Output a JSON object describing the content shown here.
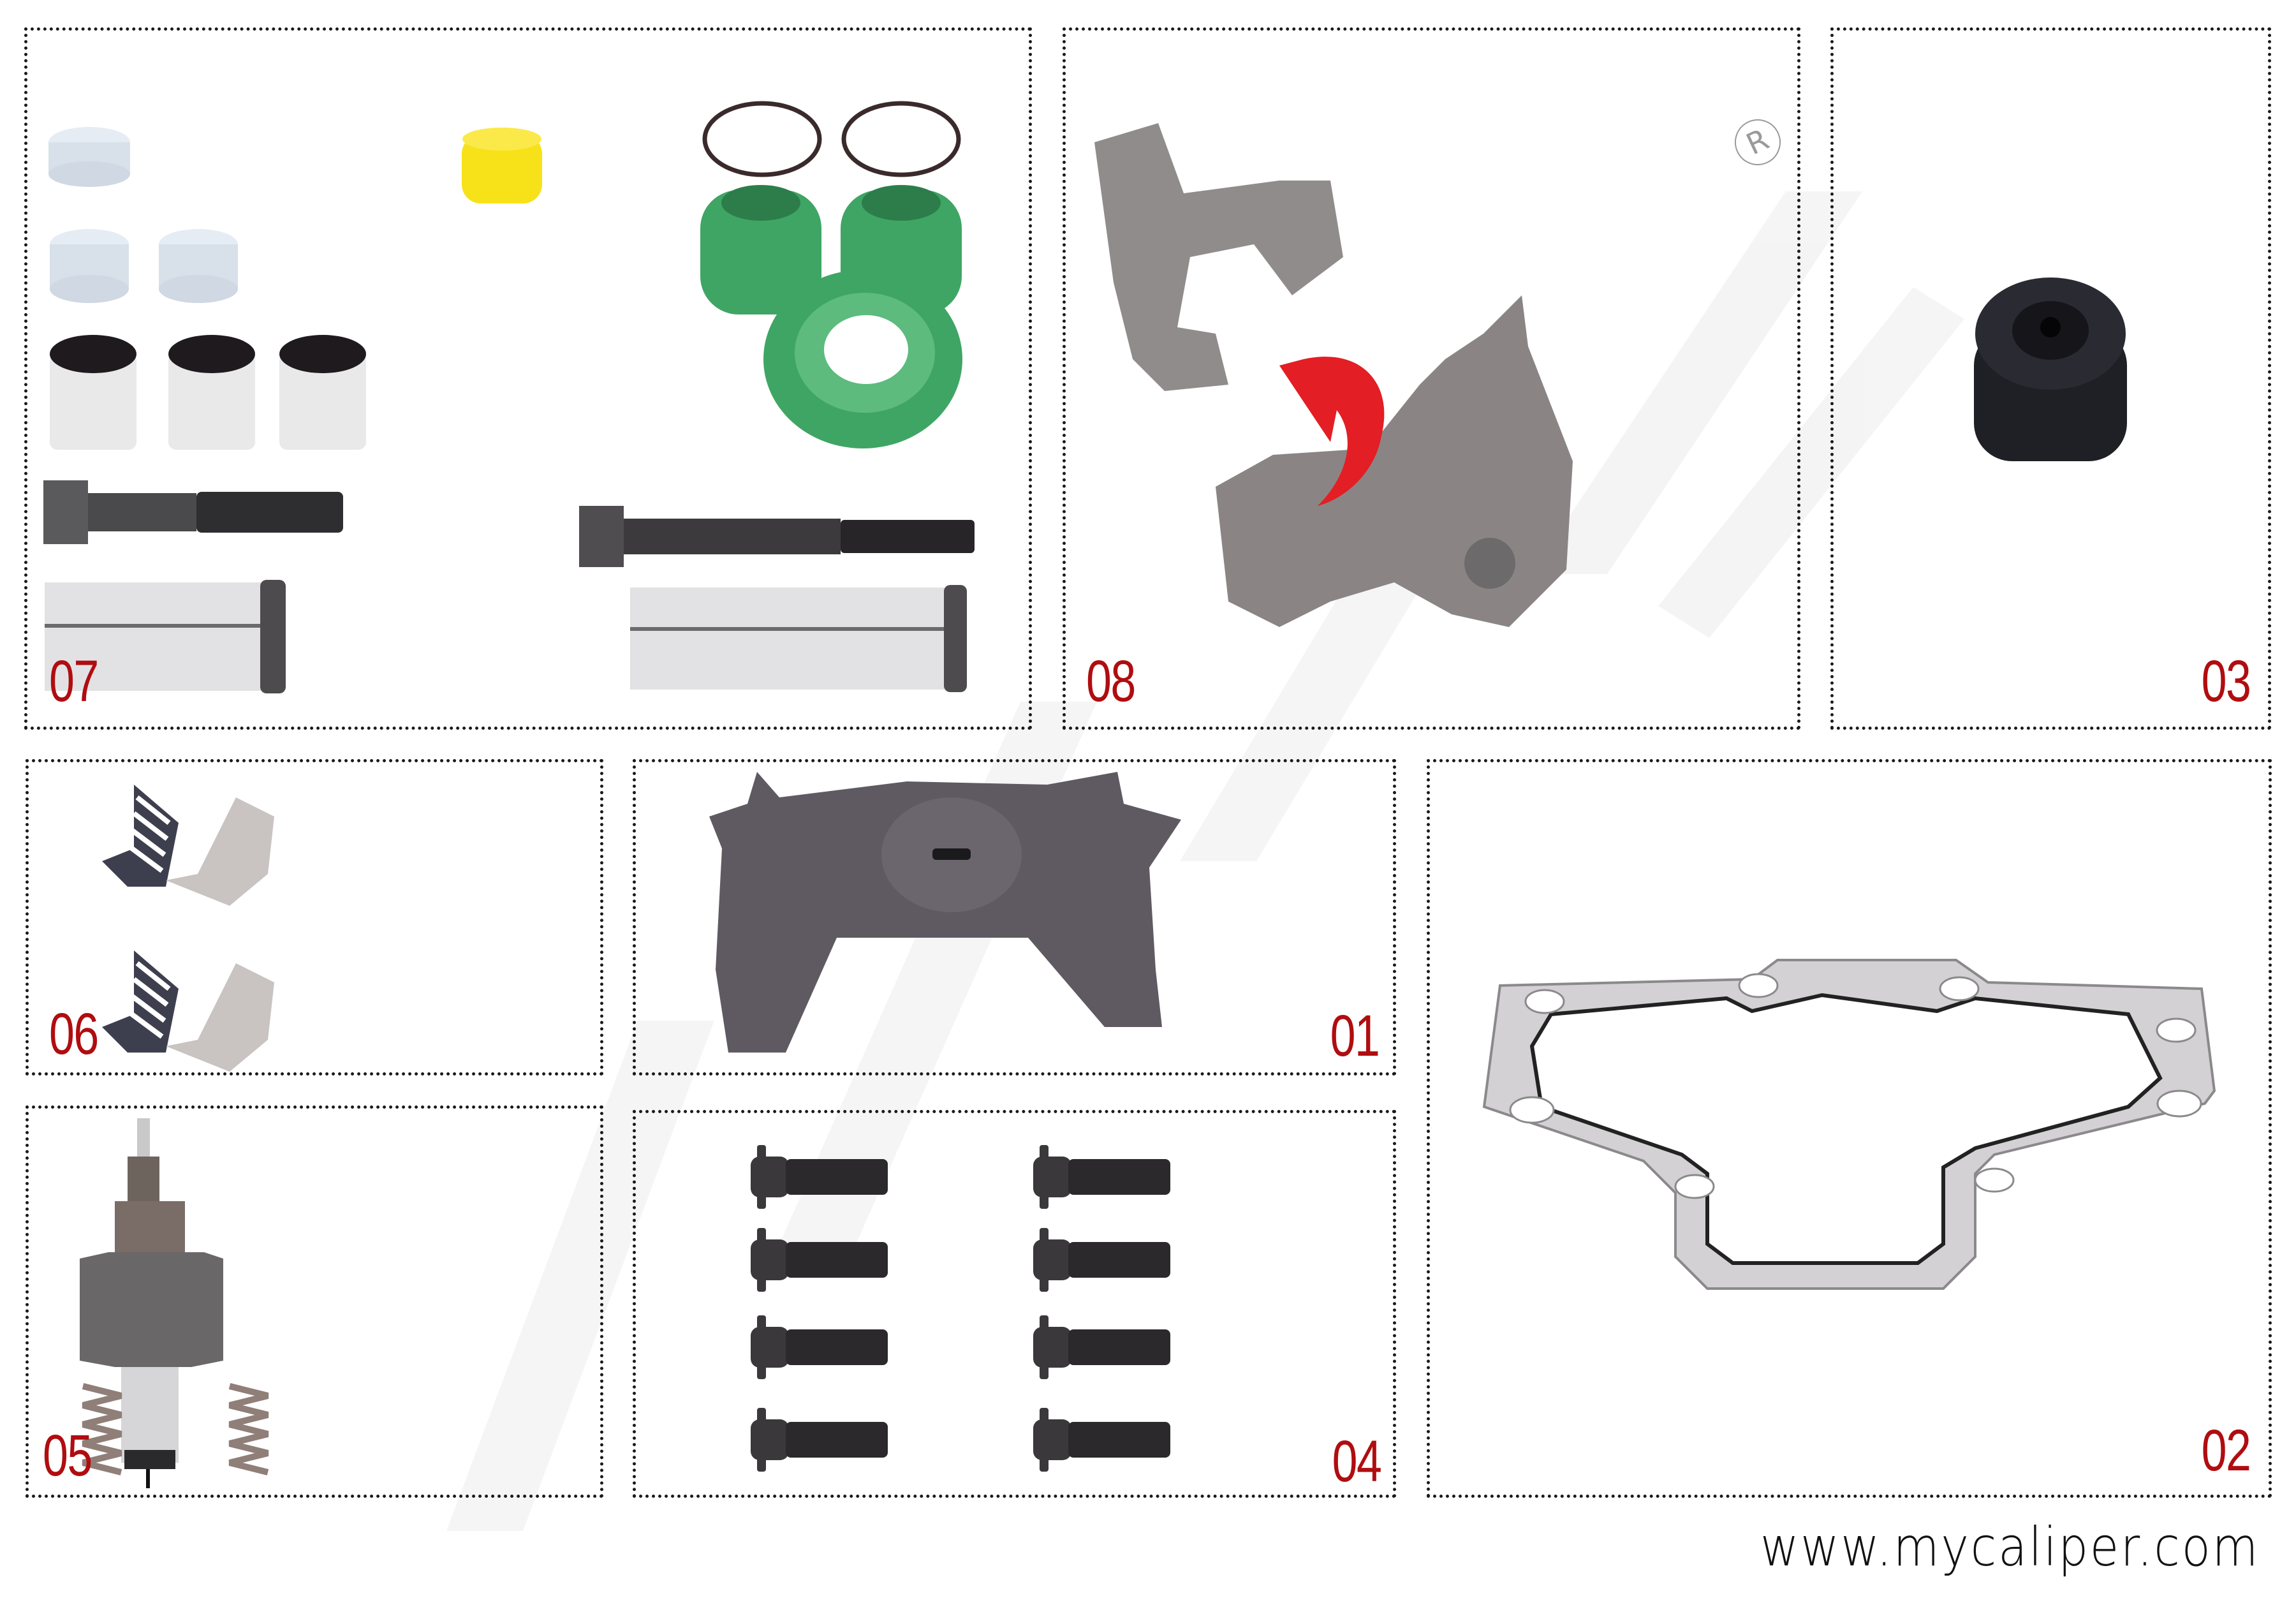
{
  "website": "www.mycaliper.com",
  "registered_mark": "R",
  "colors": {
    "label_red": "#b00d10",
    "border": "#1a1a1a",
    "arrow_red": "#e31e24",
    "seal_green": "#3fa564",
    "cap_yellow": "#f7e21a",
    "metal_gray": "#8f8c8b",
    "dark_part": "#5e5a5e"
  },
  "panels": [
    {
      "id": "07",
      "label": "07",
      "content": "guide pin repair kit: caps, yellow cap, o-rings, green boots, bushings, bolts, guide pins"
    },
    {
      "id": "08",
      "label": "08",
      "content": "caliper lever / bridge pieces with red arrow"
    },
    {
      "id": "03",
      "label": "03",
      "content": "black rubber cap seal"
    },
    {
      "id": "06",
      "label": "06",
      "content": "needle bearings and bearing shells (2 pairs)"
    },
    {
      "id": "01",
      "label": "01",
      "content": "pressure plate"
    },
    {
      "id": "05",
      "label": "05",
      "content": "adjuster mechanism with two springs"
    },
    {
      "id": "04",
      "label": "04",
      "content": "8 flange bolts"
    },
    {
      "id": "02",
      "label": "02",
      "content": "cover gasket"
    }
  ]
}
